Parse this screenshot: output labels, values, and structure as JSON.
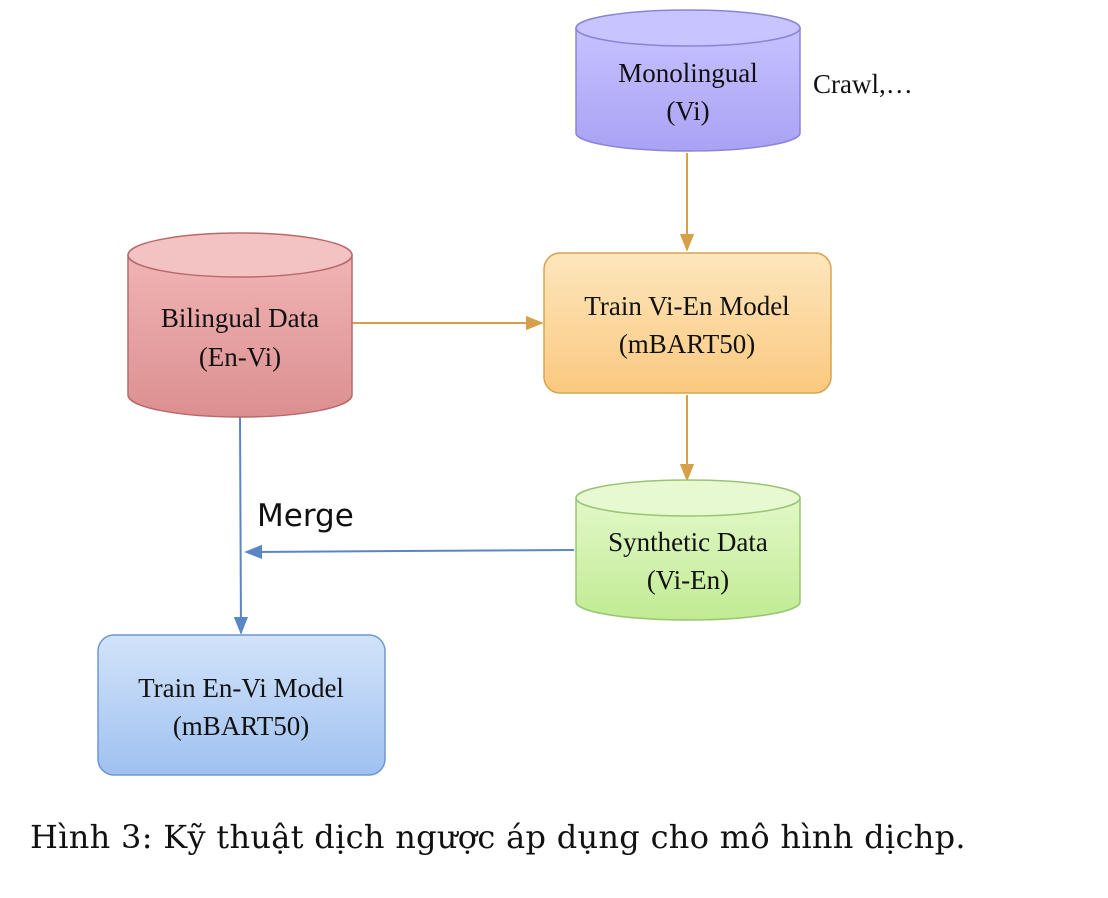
{
  "nodes": {
    "monolingual": {
      "line1": "Monolingual",
      "line2": "(Vi)"
    },
    "bilingual": {
      "line1": "Bilingual Data",
      "line2": "(En-Vi)"
    },
    "train_vi_en": {
      "line1": "Train Vi-En Model",
      "line2": "(mBART50)"
    },
    "synthetic": {
      "line1": "Synthetic Data",
      "line2": "(Vi-En)"
    },
    "train_en_vi": {
      "line1": "Train En-Vi Model",
      "line2": "(mBART50)"
    }
  },
  "annotations": {
    "crawl": "Crawl,…",
    "merge": "Merge"
  },
  "caption": "Hình 3: Kỹ thuật dịch ngược áp dụng cho mô hình dịchp.",
  "colors": {
    "purple_fill": "#b9b4fb",
    "purple_stroke": "#8a84d6",
    "red_fill": "#e7a1a2",
    "red_stroke": "#b86a6b",
    "orange_fill": "#fcd79f",
    "orange_stroke": "#d9a450",
    "green_fill": "#cdf0a8",
    "green_stroke": "#98c473",
    "blue_fill": "#b6d0f4",
    "blue_stroke": "#6f97cf",
    "arrow_orange": "#d6a04b",
    "arrow_blue": "#5b86c5"
  }
}
